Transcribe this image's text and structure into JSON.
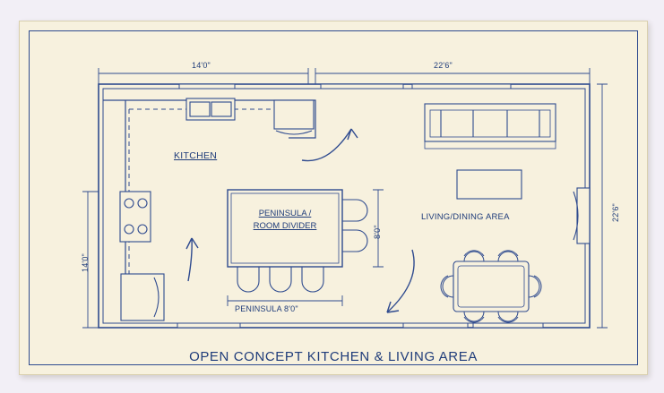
{
  "drawing": {
    "title": "OPEN CONCEPT KITCHEN & LIVING AREA",
    "paper_color": "#f7f1de",
    "ink_color": "#1f3c7a",
    "background_color": "#f2eff6"
  },
  "dimensions": {
    "top_left": "14'0\"",
    "top_right": "22'6\"",
    "left": "14'0\"",
    "right": "22'6\"",
    "peninsula_depth": "8'0\"",
    "peninsula_length": "PENINSULA 8'0\""
  },
  "labels": {
    "kitchen": "KITCHEN",
    "living_dining": "LIVING/DINING AREA",
    "peninsula_line1": "PENINSULA /",
    "peninsula_line2": "ROOM DIVIDER"
  },
  "chart_data": {
    "type": "floorplan",
    "title": "OPEN CONCEPT KITCHEN & LIVING AREA",
    "rooms": [
      {
        "name": "KITCHEN",
        "width": "14'0\"",
        "depth": "14'0\""
      },
      {
        "name": "LIVING/DINING AREA",
        "width": "22'6\"",
        "depth": "22'6\""
      }
    ],
    "fixtures": [
      "sink-counter",
      "range-cooktop",
      "refrigerator",
      "wall-oven",
      "peninsula-island",
      "bar-stools",
      "sofa",
      "coffee-table",
      "tv-console",
      "dining-table",
      "dining-chairs"
    ]
  }
}
